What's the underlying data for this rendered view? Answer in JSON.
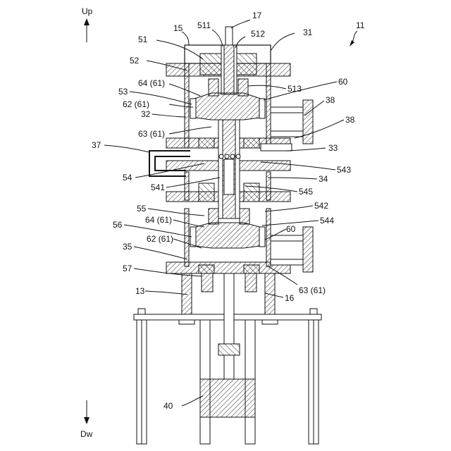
{
  "figure_ref": "11",
  "directions": {
    "up": "Up",
    "down": "Dw"
  },
  "labels": {
    "l15": "15",
    "l511": "511",
    "l17": "17",
    "l512": "512",
    "l31": "31",
    "l51": "51",
    "l52": "52",
    "l513": "513",
    "l60a": "60",
    "l53": "53",
    "l64a": "64 (61)",
    "l62a": "62 (61)",
    "l32": "32",
    "l38a": "38",
    "l38b": "38",
    "l63a": "63 (61)",
    "l37": "37",
    "l33": "33",
    "l54": "54",
    "l543": "543",
    "l541": "541",
    "l34": "34",
    "l545": "545",
    "l55": "55",
    "l542": "542",
    "l64b": "64 (61)",
    "l544": "544",
    "l56": "56",
    "l60b": "60",
    "l62b": "62 (61)",
    "l35": "35",
    "l57": "57",
    "l63b": "63 (61)",
    "l13": "13",
    "l16": "16",
    "l40": "40"
  }
}
